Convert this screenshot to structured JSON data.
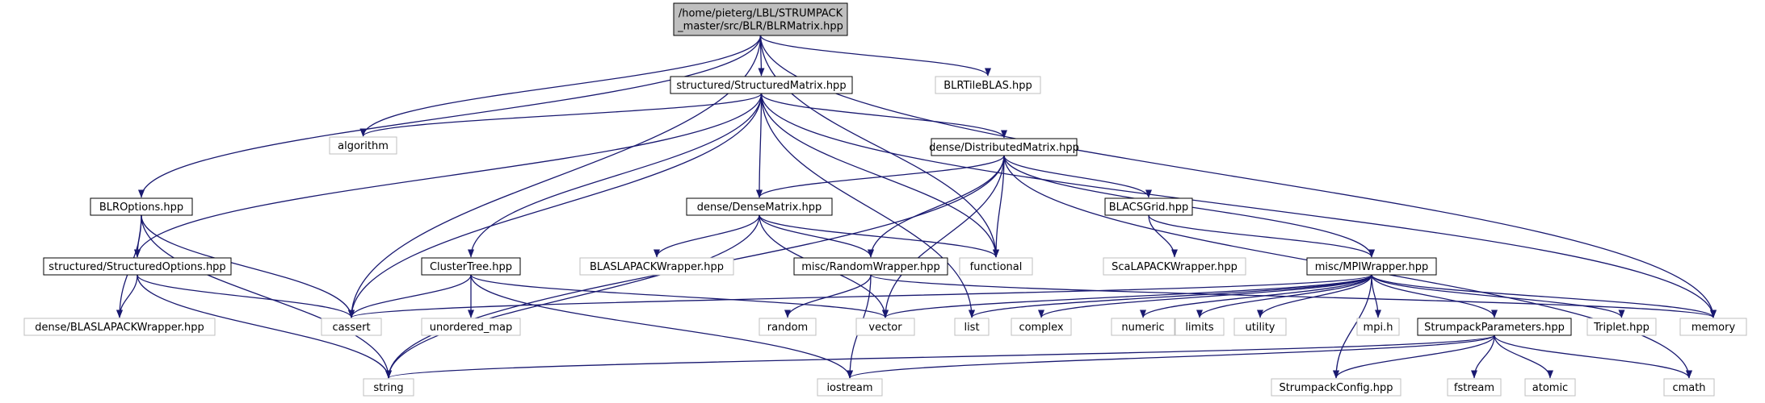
{
  "colors": {
    "edge": "#191970",
    "header_border": "#000000",
    "header_fill": "#bfbfbf",
    "documented_border": "#000000",
    "external_border": "#bfbfbf",
    "node_fill": "#ffffff",
    "text": "#000000"
  },
  "nodes": [
    {
      "id": "root",
      "lines": [
        "/home/pieterg/LBL/STRUMPACK",
        "_master/src/BLR/BLRMatrix.hpp"
      ],
      "kind": "header"
    },
    {
      "id": "structured_matrix",
      "lines": [
        "structured/StructuredMatrix.hpp"
      ],
      "kind": "documented"
    },
    {
      "id": "blrtileblas",
      "lines": [
        "BLRTileBLAS.hpp"
      ],
      "kind": "external"
    },
    {
      "id": "algorithm",
      "lines": [
        "algorithm"
      ],
      "kind": "external"
    },
    {
      "id": "distributed_matrix",
      "lines": [
        "dense/DistributedMatrix.hpp"
      ],
      "kind": "documented"
    },
    {
      "id": "blroptions",
      "lines": [
        "BLROptions.hpp"
      ],
      "kind": "documented"
    },
    {
      "id": "dense_matrix",
      "lines": [
        "dense/DenseMatrix.hpp"
      ],
      "kind": "documented"
    },
    {
      "id": "blacsgrid",
      "lines": [
        "BLACSGrid.hpp"
      ],
      "kind": "documented"
    },
    {
      "id": "structured_options",
      "lines": [
        "structured/StructuredOptions.hpp"
      ],
      "kind": "documented"
    },
    {
      "id": "clustertree",
      "lines": [
        "ClusterTree.hpp"
      ],
      "kind": "documented"
    },
    {
      "id": "blaslapack_wrapper",
      "lines": [
        "BLASLAPACKWrapper.hpp"
      ],
      "kind": "external"
    },
    {
      "id": "random_wrapper",
      "lines": [
        "misc/RandomWrapper.hpp"
      ],
      "kind": "documented"
    },
    {
      "id": "functional",
      "lines": [
        "functional"
      ],
      "kind": "external"
    },
    {
      "id": "scalapack_wrapper",
      "lines": [
        "ScaLAPACKWrapper.hpp"
      ],
      "kind": "external"
    },
    {
      "id": "mpi_wrapper",
      "lines": [
        "misc/MPIWrapper.hpp"
      ],
      "kind": "documented"
    },
    {
      "id": "dense_blaslapack_wrapper",
      "lines": [
        "dense/BLASLAPACKWrapper.hpp"
      ],
      "kind": "external"
    },
    {
      "id": "cassert",
      "lines": [
        "cassert"
      ],
      "kind": "external"
    },
    {
      "id": "unordered_map",
      "lines": [
        "unordered_map"
      ],
      "kind": "external"
    },
    {
      "id": "random",
      "lines": [
        "random"
      ],
      "kind": "external"
    },
    {
      "id": "vector",
      "lines": [
        "vector"
      ],
      "kind": "external"
    },
    {
      "id": "list",
      "lines": [
        "list"
      ],
      "kind": "external"
    },
    {
      "id": "complex",
      "lines": [
        "complex"
      ],
      "kind": "external"
    },
    {
      "id": "numeric",
      "lines": [
        "numeric"
      ],
      "kind": "external"
    },
    {
      "id": "limits",
      "lines": [
        "limits"
      ],
      "kind": "external"
    },
    {
      "id": "utility",
      "lines": [
        "utility"
      ],
      "kind": "external"
    },
    {
      "id": "mpi_h",
      "lines": [
        "mpi.h"
      ],
      "kind": "external"
    },
    {
      "id": "strumpack_parameters",
      "lines": [
        "StrumpackParameters.hpp"
      ],
      "kind": "documented"
    },
    {
      "id": "triplet",
      "lines": [
        "Triplet.hpp"
      ],
      "kind": "external"
    },
    {
      "id": "memory",
      "lines": [
        "memory"
      ],
      "kind": "external"
    },
    {
      "id": "string",
      "lines": [
        "string"
      ],
      "kind": "external"
    },
    {
      "id": "iostream",
      "lines": [
        "iostream"
      ],
      "kind": "external"
    },
    {
      "id": "strumpack_config",
      "lines": [
        "StrumpackConfig.hpp"
      ],
      "kind": "external"
    },
    {
      "id": "fstream",
      "lines": [
        "fstream"
      ],
      "kind": "external"
    },
    {
      "id": "atomic",
      "lines": [
        "atomic"
      ],
      "kind": "external"
    },
    {
      "id": "cmath",
      "lines": [
        "cmath"
      ],
      "kind": "external"
    }
  ],
  "edges": [
    [
      "root",
      "structured_matrix"
    ],
    [
      "root",
      "blrtileblas"
    ],
    [
      "root",
      "algorithm"
    ],
    [
      "root",
      "blroptions"
    ],
    [
      "root",
      "cassert"
    ],
    [
      "root",
      "functional"
    ],
    [
      "root",
      "memory"
    ],
    [
      "structured_matrix",
      "algorithm"
    ],
    [
      "structured_matrix",
      "distributed_matrix"
    ],
    [
      "structured_matrix",
      "dense_matrix"
    ],
    [
      "structured_matrix",
      "structured_options"
    ],
    [
      "structured_matrix",
      "clustertree"
    ],
    [
      "structured_matrix",
      "cassert"
    ],
    [
      "structured_matrix",
      "functional"
    ],
    [
      "structured_matrix",
      "memory"
    ],
    [
      "structured_matrix",
      "list"
    ],
    [
      "distributed_matrix",
      "dense_matrix"
    ],
    [
      "distributed_matrix",
      "blacsgrid"
    ],
    [
      "distributed_matrix",
      "random_wrapper"
    ],
    [
      "distributed_matrix",
      "functional"
    ],
    [
      "distributed_matrix",
      "mpi_wrapper"
    ],
    [
      "distributed_matrix",
      "vector"
    ],
    [
      "distributed_matrix",
      "string"
    ],
    [
      "distributed_matrix",
      "cmath"
    ],
    [
      "blroptions",
      "structured_options"
    ],
    [
      "blroptions",
      "dense_blaslapack_wrapper"
    ],
    [
      "blroptions",
      "cassert"
    ],
    [
      "blroptions",
      "string"
    ],
    [
      "dense_matrix",
      "blaslapack_wrapper"
    ],
    [
      "dense_matrix",
      "random_wrapper"
    ],
    [
      "dense_matrix",
      "functional"
    ],
    [
      "dense_matrix",
      "vector"
    ],
    [
      "dense_matrix",
      "string"
    ],
    [
      "blacsgrid",
      "scalapack_wrapper"
    ],
    [
      "blacsgrid",
      "mpi_wrapper"
    ],
    [
      "structured_options",
      "dense_blaslapack_wrapper"
    ],
    [
      "structured_options",
      "cassert"
    ],
    [
      "structured_options",
      "string"
    ],
    [
      "clustertree",
      "cassert"
    ],
    [
      "clustertree",
      "unordered_map"
    ],
    [
      "clustertree",
      "vector"
    ],
    [
      "clustertree",
      "iostream"
    ],
    [
      "random_wrapper",
      "random"
    ],
    [
      "random_wrapper",
      "memory"
    ],
    [
      "random_wrapper",
      "iostream"
    ],
    [
      "mpi_wrapper",
      "cassert"
    ],
    [
      "mpi_wrapper",
      "vector"
    ],
    [
      "mpi_wrapper",
      "list"
    ],
    [
      "mpi_wrapper",
      "complex"
    ],
    [
      "mpi_wrapper",
      "numeric"
    ],
    [
      "mpi_wrapper",
      "limits"
    ],
    [
      "mpi_wrapper",
      "utility"
    ],
    [
      "mpi_wrapper",
      "mpi_h"
    ],
    [
      "mpi_wrapper",
      "strumpack_parameters"
    ],
    [
      "mpi_wrapper",
      "triplet"
    ],
    [
      "mpi_wrapper",
      "memory"
    ],
    [
      "mpi_wrapper",
      "strumpack_config"
    ],
    [
      "strumpack_parameters",
      "string"
    ],
    [
      "strumpack_parameters",
      "iostream"
    ],
    [
      "strumpack_parameters",
      "strumpack_config"
    ],
    [
      "strumpack_parameters",
      "fstream"
    ],
    [
      "strumpack_parameters",
      "atomic"
    ],
    [
      "strumpack_parameters",
      "cmath"
    ]
  ]
}
